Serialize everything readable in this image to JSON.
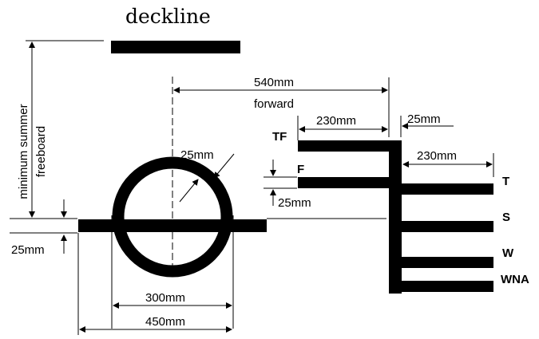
{
  "title": "deckline",
  "vertical_label": {
    "line1": "minimum summer",
    "line2": "freeboard"
  },
  "dimensions": {
    "forward_distance": "540mm",
    "forward_word": "forward",
    "gap_tf": "230mm",
    "gap_small": "25mm",
    "gap_t": "230mm",
    "ring_thickness": "25mm",
    "f_thickness": "25mm",
    "line_thickness": "25mm",
    "ring_diameter": "300mm",
    "line_length": "450mm"
  },
  "load_lines": {
    "tf": "TF",
    "f": "F",
    "t": "T",
    "s": "S",
    "w": "W",
    "wna": "WNA"
  }
}
